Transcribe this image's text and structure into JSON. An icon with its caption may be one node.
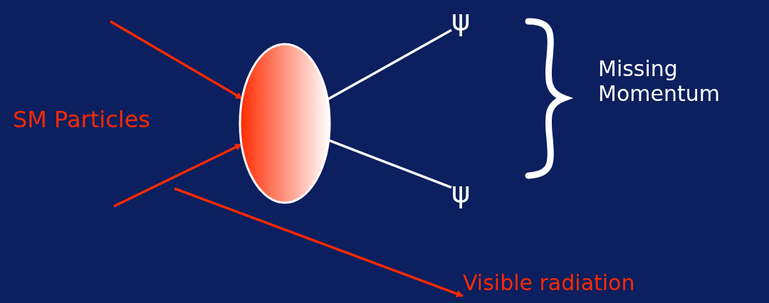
{
  "diagram": {
    "nodes": [
      {
        "text": [],
        "shape": "ellipse"
      },
      {
        "text": [
          "ψ"
        ]
      },
      {
        "text": [
          "ψ"
        ]
      },
      {
        "text": [
          "Visible radiation"
        ]
      }
    ],
    "edges": [
      {
        "from": null,
        "to": 0,
        "arrow": "to"
      },
      {
        "from": null,
        "to": 0,
        "arrow": "to"
      },
      {
        "from": 0,
        "to": 1,
        "arrow": "none",
        "color": "#ffffff"
      },
      {
        "from": 0,
        "to": 2,
        "arrow": "none",
        "color": "#ffffff"
      },
      {
        "from": null,
        "to": 3,
        "arrow": "to"
      }
    ],
    "labels": [
      "SM Particles",
      "Missing Momentum"
    ]
  }
}
